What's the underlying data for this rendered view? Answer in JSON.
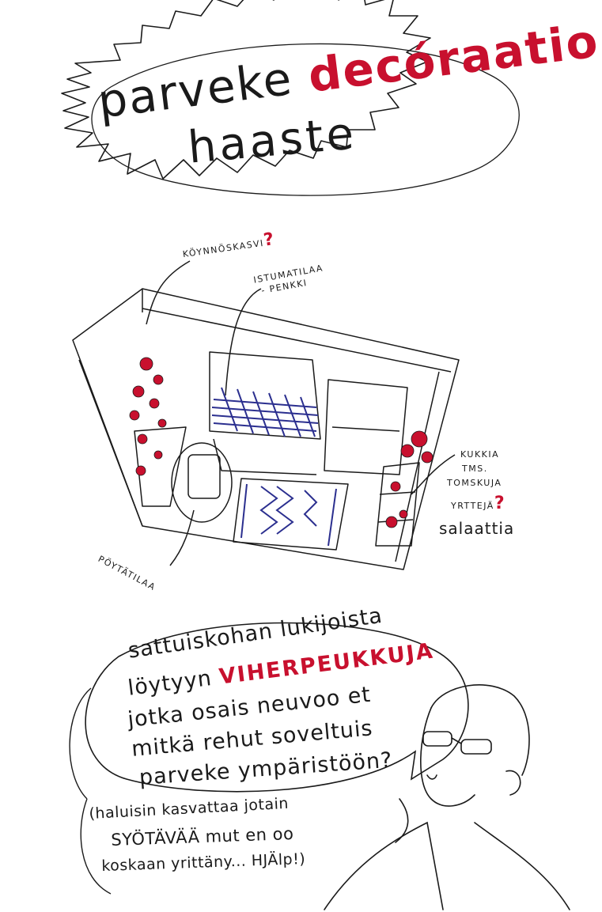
{
  "title": {
    "line1_a": "parveke",
    "line1_b": "decóraatio",
    "line2": "haaste"
  },
  "labels": {
    "climber": "KÖYNNÖSKASVI",
    "climber_mark": "?",
    "seat_1": "ISTUMATILAA",
    "seat_2": "- PENKKI",
    "flowers_1": "KUKKIA",
    "flowers_2": "TMS.",
    "flowers_3": "TOMSKUJA",
    "flowers_4": "YRTTEJÄ",
    "flowers_mark": "?",
    "flowers_5": "salaattia",
    "table": "PÖYTÄTILAA"
  },
  "speech": {
    "line1": "sattuiskohan lukijoista",
    "line2_a": "löytyyn",
    "line2_b": "VIHERPEUKKUJA",
    "line3": "jotka osais neuvoo et",
    "line4": "mitkä rehut soveltuis",
    "line5": "parveke ympäristöön?"
  },
  "aside": {
    "line1": "(haluisin kasvattaa jotain",
    "line2": "SYÖTÄVÄÄ mut en oo",
    "line3": "koskaan yrittäny... HJÄlp!)"
  },
  "colors": {
    "ink": "#1a1a1a",
    "red": "#c8102e",
    "blue": "#2b2f8f"
  }
}
